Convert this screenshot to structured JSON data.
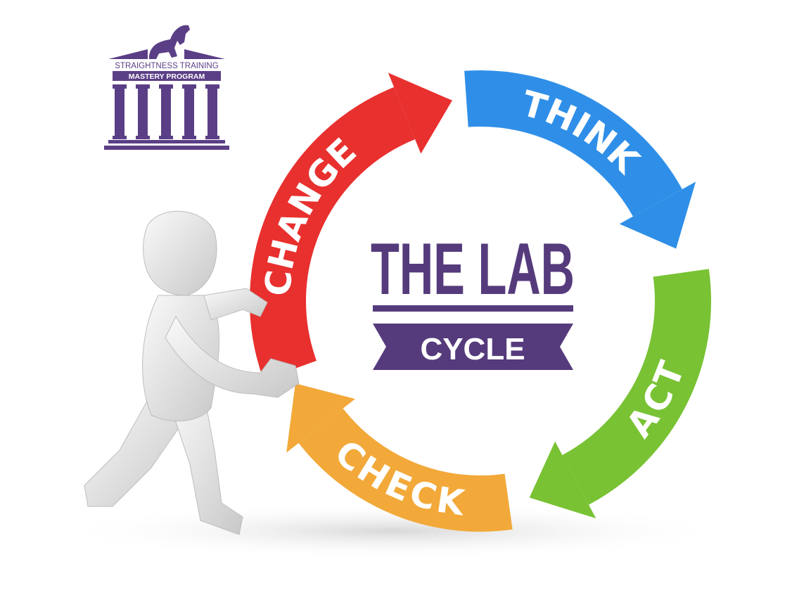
{
  "logo": {
    "line1": "STRAIGHTNESS TRAINING",
    "line2": "MASTERY PROGRAM",
    "color": "#5b3f86"
  },
  "center": {
    "title": "THE LAB",
    "subtitle": "CYCLE",
    "color": "#553b7c"
  },
  "cycle": [
    {
      "label": "CHANGE",
      "color": "#e8302e"
    },
    {
      "label": "THINK",
      "color": "#2f8fe8"
    },
    {
      "label": "ACT",
      "color": "#78c234"
    },
    {
      "label": "CHECK",
      "color": "#f2a93a"
    }
  ]
}
